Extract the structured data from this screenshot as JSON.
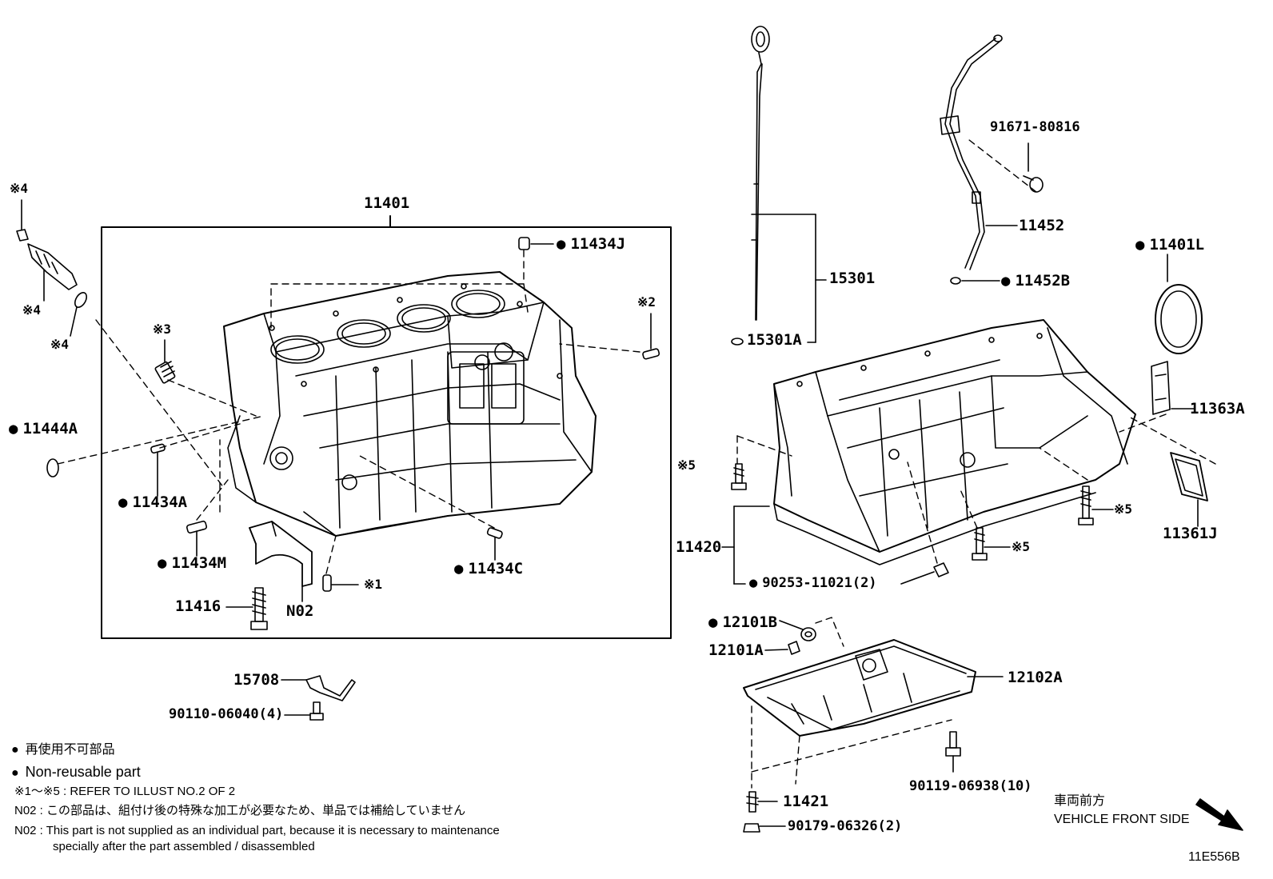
{
  "labels": {
    "block_assy": "11401",
    "straight_pin_j": "11434J",
    "ref2": "※2",
    "ref3": "※3",
    "ref4_top": "※4",
    "ref4_mid": "※4",
    "ref4_bot": "※4",
    "o_ring": "11444A",
    "pin_a": "11434A",
    "pin_m": "11434M",
    "pin_c": "11434C",
    "ref1": "※1",
    "bolt_11416": "11416",
    "cap_n02": "N02",
    "gauge": "15301",
    "gauge_ring": "15301A",
    "guide_bolt": "91671-80816",
    "guide": "11452",
    "guide_ring": "11452B",
    "oil_seal": "11401L",
    "retainer": "11363A",
    "gasket_j": "11361J",
    "ref5_left": "※5",
    "ref5_right": "※5",
    "ref5_mid": "※5",
    "crankcase": "11420",
    "plug_90253": "90253-11021(2)",
    "drain_gasket": "12101B",
    "drain_plug": "12101A",
    "oil_pan": "12102A",
    "pan_bolt": "90119-06938(10)",
    "stud": "11421",
    "nut": "90179-06326(2)",
    "sensor_bracket": "15708",
    "bracket_bolt": "90110-06040(4)"
  },
  "legend": {
    "non_reusable_jp": "再使用不可部品",
    "non_reusable_en": "Non-reusable part",
    "refer_note": "※1～※5 : REFER TO ILLUST NO.2 OF 2",
    "n02_jp": "N02 : この部品は、組付け後の特殊な加工が必要なため、単品では補給していません",
    "n02_en_1": "N02 : This part is not supplied as an individual part, because it is necessary to maintenance",
    "n02_en_2": "specially after the part assembled / disassembled"
  },
  "front": {
    "jp": "車両前方",
    "en": "VEHICLE FRONT SIDE"
  },
  "illust_code": "11E556B"
}
